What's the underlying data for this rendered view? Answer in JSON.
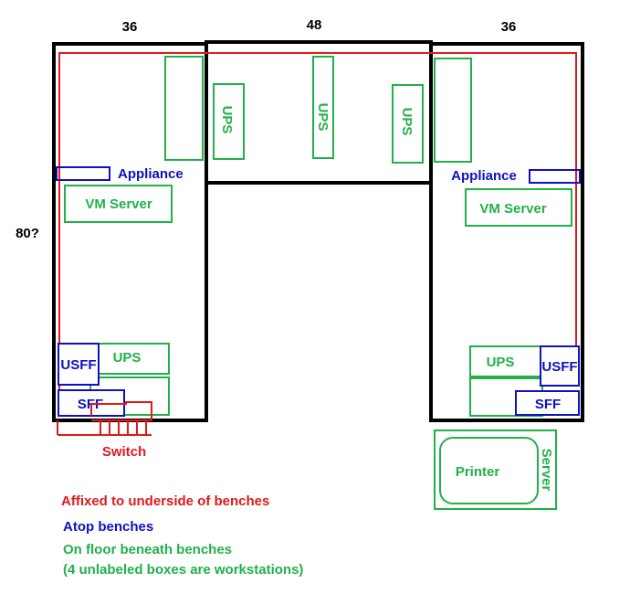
{
  "dimensions": {
    "left_width": "36",
    "center_width": "48",
    "right_width": "36",
    "depth": "80?"
  },
  "labels": {
    "ups": "UPS",
    "appliance": "Appliance",
    "vm_server": "VM Server",
    "usff": "USFF",
    "sff": "SFF",
    "switch": "Switch",
    "printer": "Printer",
    "server": "Server"
  },
  "legend": {
    "red": "Affixed to underside of benches",
    "blue": "Atop benches",
    "green": "On floor beneath benches",
    "note": "(4 unlabeled boxes are workstations)"
  },
  "colors": {
    "bench_outline": "#000000",
    "underside": "#e01a1a",
    "atop": "#1010c0",
    "floor": "#22b04a"
  }
}
